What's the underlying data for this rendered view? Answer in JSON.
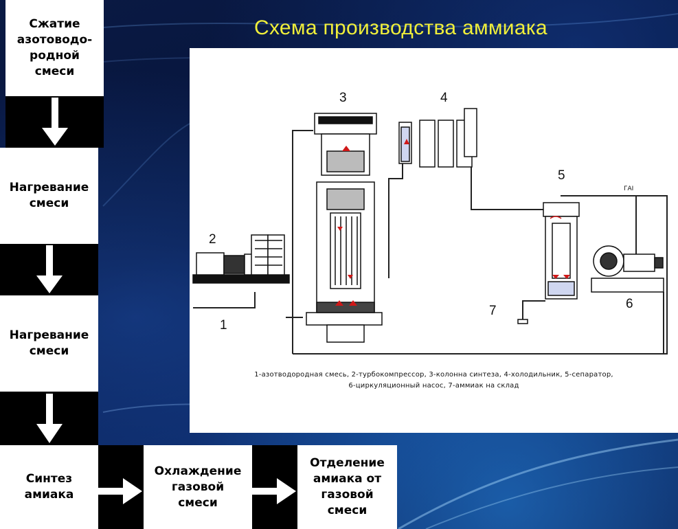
{
  "slide": {
    "title": "Схема производства аммиака"
  },
  "flow_steps": [
    {
      "id": "step1",
      "lines": [
        "Сжатие",
        "азотоводо-",
        "родной",
        "смеси"
      ]
    },
    {
      "id": "step2",
      "lines": [
        "Нагревание",
        "смеси"
      ]
    },
    {
      "id": "step3",
      "lines": [
        "Нагревание",
        "смеси"
      ]
    },
    {
      "id": "step4",
      "lines": [
        "Синтез",
        "амиака"
      ]
    },
    {
      "id": "step5",
      "lines": [
        "Охлаждение",
        "газовой",
        "смеси"
      ]
    },
    {
      "id": "step6",
      "lines": [
        "Отделение",
        "амиака от",
        "газовой",
        "смеси"
      ]
    }
  ],
  "diagram": {
    "numbers": [
      "1",
      "2",
      "3",
      "4",
      "5",
      "6",
      "7"
    ],
    "pipe_label": "ГАI",
    "caption_line1": "1-азотводородная смесь, 2-турбокомпрессор, 3-колонна синтеза, 4-холодильник, 5-сепаратор,",
    "caption_line2": "6-циркуляционный насос, 7-аммиак на склад"
  },
  "colors": {
    "title": "#f0ef3a",
    "background": "#0a1a44",
    "box": "#ffffff",
    "arrow": "#ffffff",
    "flow_red": "#d01818"
  }
}
